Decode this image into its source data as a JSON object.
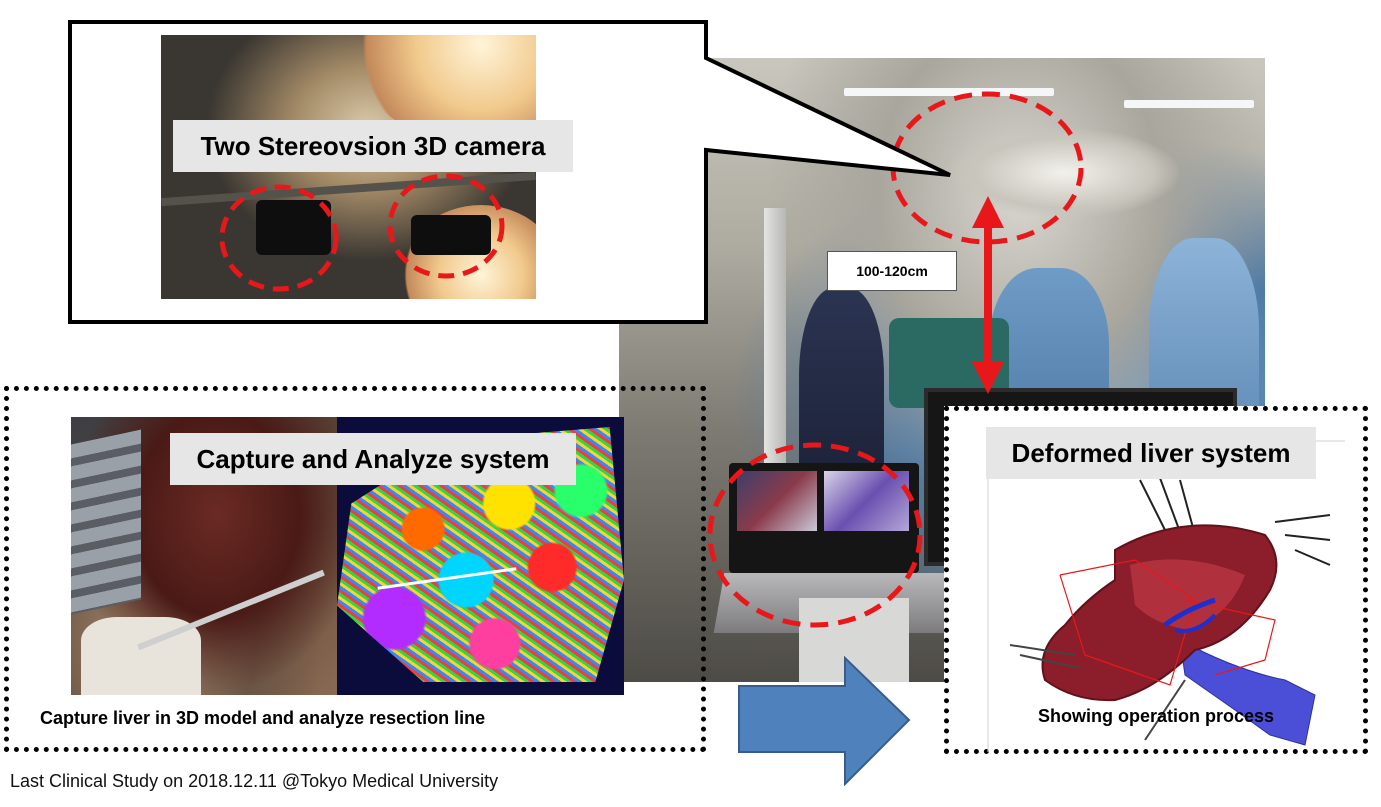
{
  "camera_label": "Two Stereovsion 3D camera",
  "distance_label": "100-120cm",
  "capture_label": "Capture and Analyze system",
  "capture_caption": "Capture liver in 3D model and  analyze resection line",
  "deformed_label": "Deformed liver system",
  "deformed_caption": "Showing operation process",
  "footer": "Last Clinical Study on 2018.12.11 @Tokyo Medical University",
  "colors": {
    "highlight_red": "#e8181a",
    "arrow_blue": "#4f81bd",
    "label_gray": "#e6e6e6"
  }
}
